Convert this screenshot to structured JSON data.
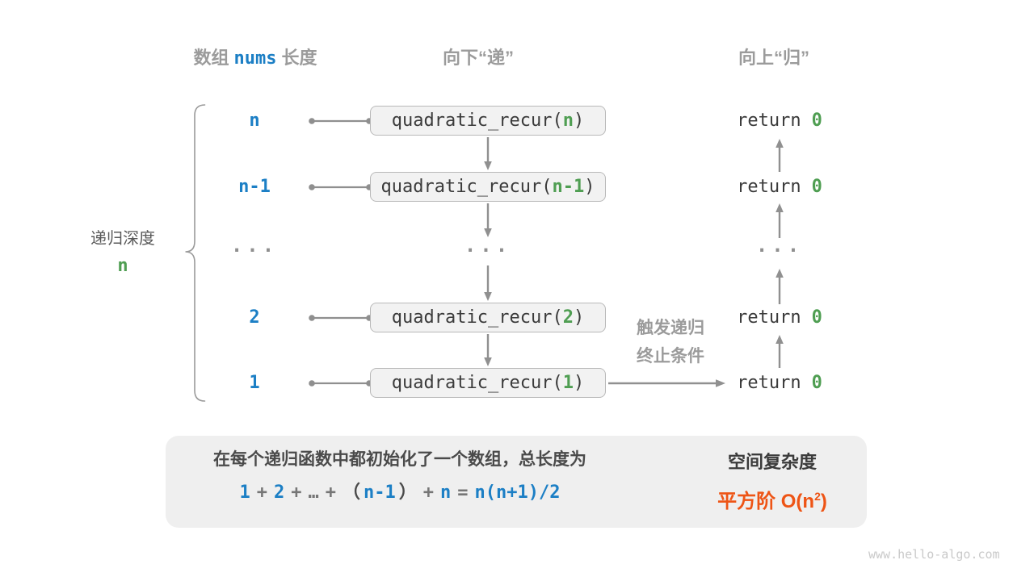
{
  "colors": {
    "blue": "#1c7fc5",
    "green": "#4f9e52",
    "orange": "#ee5415",
    "heading_gray": "#9b9b9b",
    "code_text": "#3b3b3b",
    "arrow_gray": "#909090",
    "box_background": "#f2f2f2",
    "box_border": "#b9b9b9",
    "panel_background": "#efefef",
    "watermark_gray": "#c9c9c9"
  },
  "headers": {
    "array_prefix": "数组",
    "array_var": "nums",
    "array_suffix": "长度",
    "descend": "向下“递”",
    "ascend": "向上“归”"
  },
  "depth": {
    "label": "递归深度",
    "value": "n"
  },
  "shared": {
    "call_prefix": "quadratic_recur(",
    "call_suffix": ")",
    "return_keyword": "return"
  },
  "rows": [
    {
      "length": "n",
      "arg": "n",
      "ret": "0"
    },
    {
      "length": "n-1",
      "arg": "n-1",
      "ret": "0"
    },
    {
      "length": "...",
      "call": "...",
      "ret": "..."
    },
    {
      "length": "2",
      "arg": "2",
      "ret": "0"
    },
    {
      "length": "1",
      "arg": "1",
      "ret": "0"
    }
  ],
  "trigger": {
    "line1": "触发递归",
    "line2": "终止条件"
  },
  "panel": {
    "description": "在每个递归函数中都初始化了一个数组，总长度为",
    "formula": {
      "n1": "1",
      "p1": "+",
      "n2": "2",
      "p2": "+",
      "dots": "…",
      "p3": "+",
      "lp": "（",
      "n3": "n-1",
      "rp": "）",
      "p4": "+",
      "n4": "n",
      "eq": "=",
      "res": "n(n+1)/2"
    },
    "complexity_title": "空间复杂度",
    "complexity_prefix": "平方阶 O(n",
    "complexity_sup": "2",
    "complexity_suffix": ")"
  },
  "watermark": "www.hello-algo.com"
}
